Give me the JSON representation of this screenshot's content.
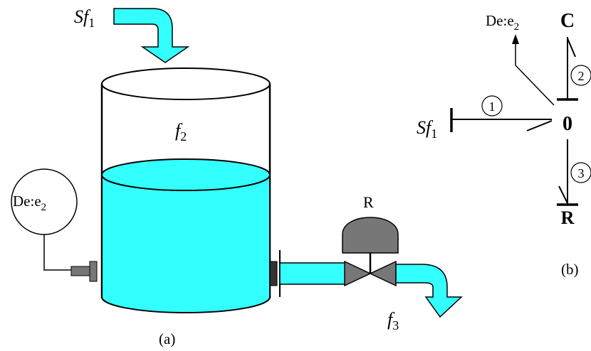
{
  "figure_a": {
    "caption": "(a)",
    "inflow_label": {
      "base": "Sf",
      "sub": "1"
    },
    "tank_flow_label": {
      "base": "f",
      "sub": "2"
    },
    "outflow_label": {
      "base": "f",
      "sub": "3"
    },
    "sensor_label": {
      "base": "De:e",
      "sub": "2"
    },
    "valve_label": "R"
  },
  "figure_b": {
    "caption": "(b)",
    "source_label": {
      "base": "Sf",
      "sub": "1"
    },
    "detector_label": {
      "base": "De:e",
      "sub": "2"
    },
    "junction_label": "0",
    "capacitor_label": "C",
    "resistor_label": "R",
    "bond_numbers": [
      "1",
      "2",
      "3"
    ]
  },
  "colors": {
    "water": "#33ffff",
    "valve_gray": "#777777",
    "outline": "#000000"
  }
}
